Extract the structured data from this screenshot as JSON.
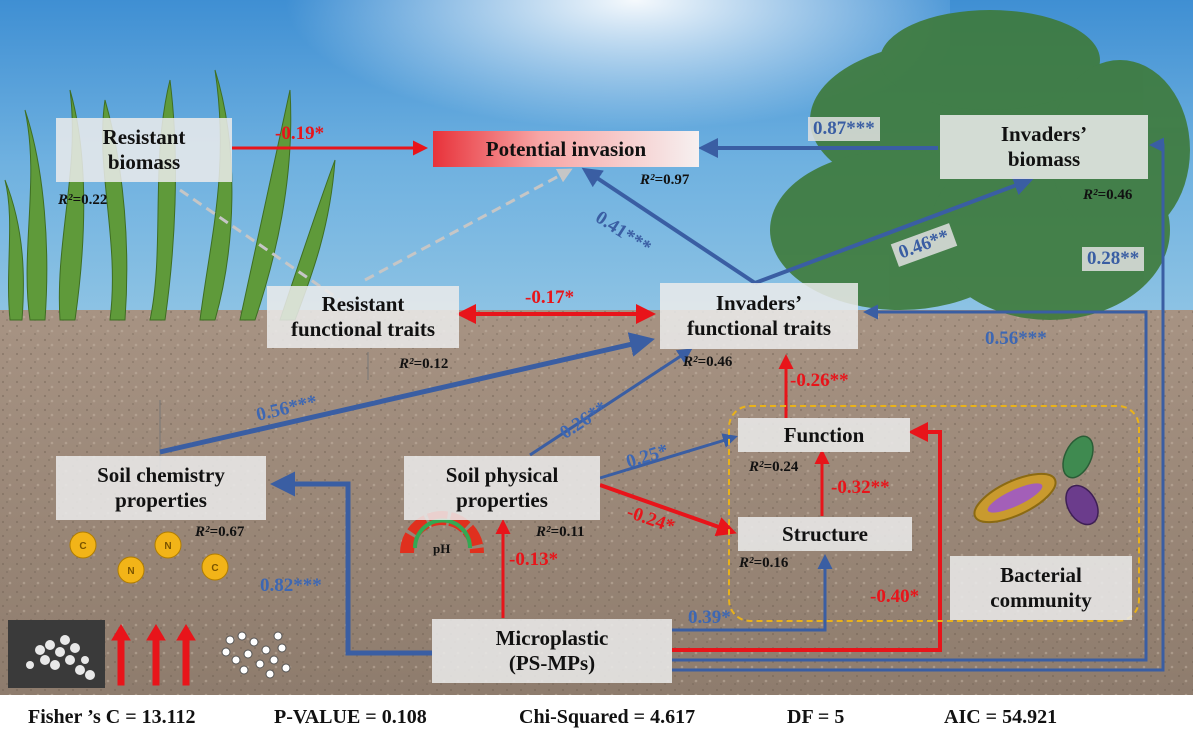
{
  "nodes": {
    "resistant_biomass": [
      "Resistant",
      "biomass"
    ],
    "potential_invasion": "Potential invasion",
    "invaders_biomass": [
      "Invaders’",
      "biomass"
    ],
    "resistant_traits": [
      "Resistant",
      "functional traits"
    ],
    "invaders_traits": [
      "Invaders’",
      "functional traits"
    ],
    "function": "Function",
    "structure": "Structure",
    "soil_chemistry": [
      "Soil chemistry",
      "properties"
    ],
    "soil_physical": [
      "Soil physical",
      "properties"
    ],
    "bacterial": [
      "Bacterial",
      "community"
    ],
    "microplastic": [
      "Microplastic",
      "(PS-MPs)"
    ]
  },
  "r2": {
    "resistant_biomass": "0.22",
    "potential_invasion": "0.97",
    "invaders_biomass": "0.46",
    "resistant_traits": "0.12",
    "invaders_traits": "0.46",
    "function": "0.24",
    "structure": "0.16",
    "soil_chemistry": "0.67",
    "soil_physical": "0.11"
  },
  "r2_prefix": "R²=",
  "paths": [
    {
      "id": "rb-pi",
      "label": "-0.19*",
      "color": "red"
    },
    {
      "id": "ib-pi",
      "label": "0.87***",
      "color": "blue"
    },
    {
      "id": "it-pi",
      "label": "0.41***",
      "color": "blue"
    },
    {
      "id": "it-ib",
      "label": "0.46**",
      "color": "blue"
    },
    {
      "id": "mp-ib",
      "label": "0.28**",
      "color": "blue"
    },
    {
      "id": "rt-it",
      "label": "-0.17*",
      "color": "red"
    },
    {
      "id": "mp-it",
      "label": "0.56***",
      "color": "blue"
    },
    {
      "id": "sc-it",
      "label": "0.56***",
      "color": "blue"
    },
    {
      "id": "sp-it",
      "label": "0.26**",
      "color": "blue"
    },
    {
      "id": "fn-it",
      "label": "-0.26**",
      "color": "red"
    },
    {
      "id": "sp-fn",
      "label": "0.25*",
      "color": "blue"
    },
    {
      "id": "st-fn",
      "label": "-0.32**",
      "color": "red"
    },
    {
      "id": "sp-st",
      "label": "-0.24*",
      "color": "red"
    },
    {
      "id": "mp-sp",
      "label": "-0.13*",
      "color": "red"
    },
    {
      "id": "mp-sc",
      "label": "0.82***",
      "color": "blue"
    },
    {
      "id": "mp-st",
      "label": "0.39*",
      "color": "blue"
    },
    {
      "id": "mp-fn",
      "label": "-0.40*",
      "color": "red"
    }
  ],
  "icon_labels": {
    "ph": "pH",
    "nutrients": [
      "C",
      "N",
      "N",
      "C"
    ]
  },
  "colors": {
    "positive": "#3a5ea3",
    "negative": "#e8141a",
    "nonsignificant": "#bdbdbd",
    "community_border": "#e9b21a"
  },
  "footer": {
    "fisher": "Fisher ’s C = 13.112",
    "pvalue": "P-VALUE = 0.108",
    "chisq": "Chi-Squared = 4.617",
    "df": "DF = 5",
    "aic": "AIC = 54.921"
  }
}
